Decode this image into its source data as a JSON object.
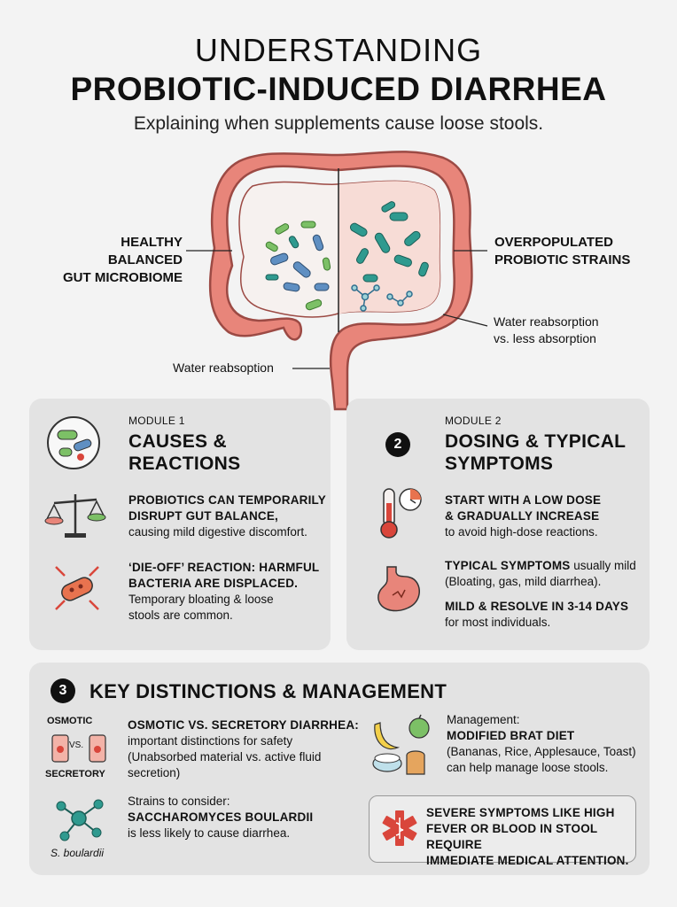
{
  "header": {
    "title_line1": "UNDERSTANDING",
    "title_line2": "PROBIOTIC-INDUCED DIARRHEA",
    "subtitle": "Explaining when supplements cause loose stools."
  },
  "diagram": {
    "left_label_1": "HEALTHY BALANCED",
    "left_label_2": "GUT MICROBIOME",
    "right_label_1": "OVERPOPULATED",
    "right_label_2": "PROBIOTIC STRAINS",
    "right_note_1": "Water reabsorption",
    "right_note_2": "vs. less absorption",
    "bottom_note": "Water reabsoption"
  },
  "module1": {
    "label": "MODULE 1",
    "title_1": "CAUSES &",
    "title_2": "REACTIONS",
    "item1_bold_1": "PROBIOTICS CAN TEMPORARILY",
    "item1_bold_2": "DISRUPT GUT BALANCE,",
    "item1_text": "causing mild digestive discomfort.",
    "item2_bold_1": "‘DIE-OFF’ REACTION: HARMFUL",
    "item2_bold_2": "BACTERIA ARE DISPLACED.",
    "item2_text_1": "Temporary bloating & loose",
    "item2_text_2": "stools are common."
  },
  "module2": {
    "number": "2",
    "label": "MODULE 2",
    "title_1": "DOSING & TYPICAL",
    "title_2": "SYMPTOMS",
    "item1_bold_1": "START WITH A LOW DOSE",
    "item1_bold_2": "& GRADUALLY INCREASE",
    "item1_text": "to avoid high-dose reactions.",
    "item2_bold": "TYPICAL SYMPTOMS",
    "item2_text_1": " usually mild",
    "item2_text_2": "(Bloating, gas, mild diarrhea).",
    "item3_bold": "MILD & RESOLVE IN 3-14 DAYS",
    "item3_text": "for most individuals."
  },
  "module3": {
    "number": "3",
    "title": "KEY DISTINCTIONS & MANAGEMENT",
    "icon_osmotic": "OSMOTIC",
    "icon_vs": "VS.",
    "icon_secretory": "SECRETORY",
    "osm_bold": "OSMOTIC VS. SECRETORY DIARRHEA:",
    "osm_text_1": "important distinctions for safety",
    "osm_text_2": "(Unabsorbed material vs. active fluid",
    "osm_text_3": "secretion)",
    "strain_label": "Strains to consider:",
    "strain_bold": "SACCHAROMYCES BOULARDII",
    "strain_text": "is less likely to cause diarrhea.",
    "strain_caption": "S. boulardii",
    "mgmt_label": "Management:",
    "mgmt_bold": "MODIFIED BRAT DIET",
    "mgmt_text_1": "(Bananas, Rice, Applesauce, Toast)",
    "mgmt_text_2": "can help manage loose stools.",
    "warn_1": "SEVERE SYMPTOMS LIKE HIGH",
    "warn_2": "FEVER OR BLOOD IN STOOL REQUIRE",
    "warn_3": "IMMEDIATE MEDICAL ATTENTION."
  },
  "colors": {
    "intestine": "#e8857a",
    "intestine_dark": "#b4504a",
    "green": "#7cc066",
    "teal": "#2f9a8f",
    "blue": "#5f8fc2",
    "red": "#d9463b"
  }
}
